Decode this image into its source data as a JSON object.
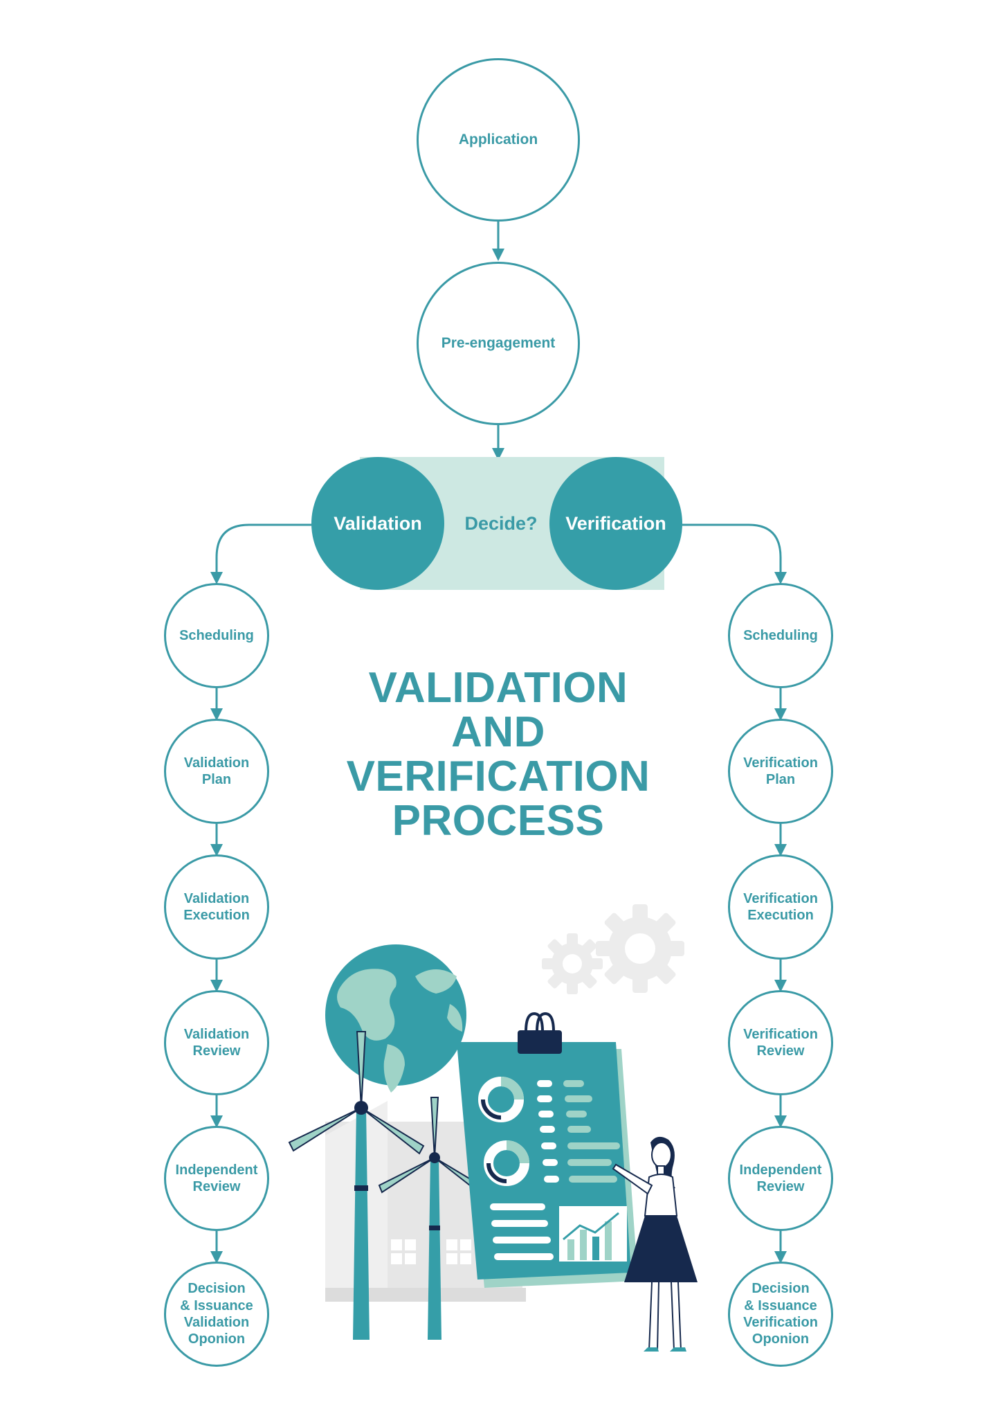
{
  "nodes": {
    "application": "Application",
    "pre_engagement": "Pre-engagement",
    "validation": "Validation",
    "decide": "Decide?",
    "verification": "Verification"
  },
  "validation_steps": [
    "Scheduling",
    "Validation\nPlan",
    "Validation\nExecution",
    "Validation\nReview",
    "Independent\nReview",
    "Decision\n& Issuance\nValidation\nOponion"
  ],
  "verification_steps": [
    "Scheduling",
    "Verification\nPlan",
    "Verification\nExecution",
    "Verification\nReview",
    "Independent\nReview",
    "Decision\n& Issuance\nVerification\nOponion"
  ],
  "title": "VALIDATION\nAND\nVERIFICATION\nPROCESS",
  "colors": {
    "teal": "#3a9aa6",
    "teal_solid": "#359ea8",
    "pill_bg": "#cde8e2",
    "navy": "#16294d",
    "mint": "#9fd3c7",
    "gray": "#e6e6e6"
  },
  "icons": [
    "globe-icon",
    "wind-turbine-icon",
    "gear-icon",
    "clipboard-icon",
    "woman-presenter-icon"
  ]
}
